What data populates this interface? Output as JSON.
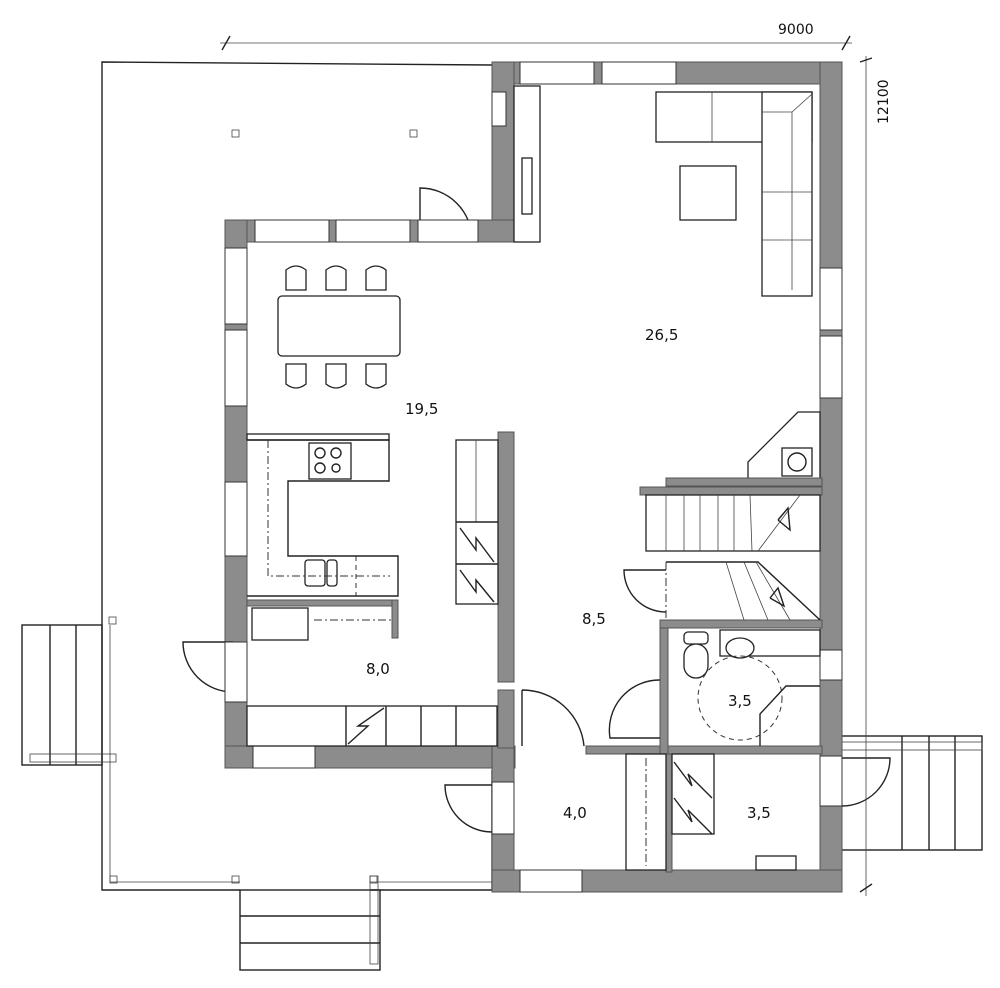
{
  "dimensions": {
    "width_label": "9000",
    "height_label": "12100"
  },
  "rooms": [
    {
      "id": "living",
      "area": "26,5"
    },
    {
      "id": "dining",
      "area": "19,5"
    },
    {
      "id": "hall",
      "area": "8,5"
    },
    {
      "id": "kitchen-utility",
      "area": "8,0"
    },
    {
      "id": "bathroom",
      "area": "3,5"
    },
    {
      "id": "entry",
      "area": "4,0"
    },
    {
      "id": "storage",
      "area": "3,5"
    }
  ],
  "colors": {
    "wall": "#8c8c8c",
    "line": "#222222",
    "background": "#ffffff"
  }
}
